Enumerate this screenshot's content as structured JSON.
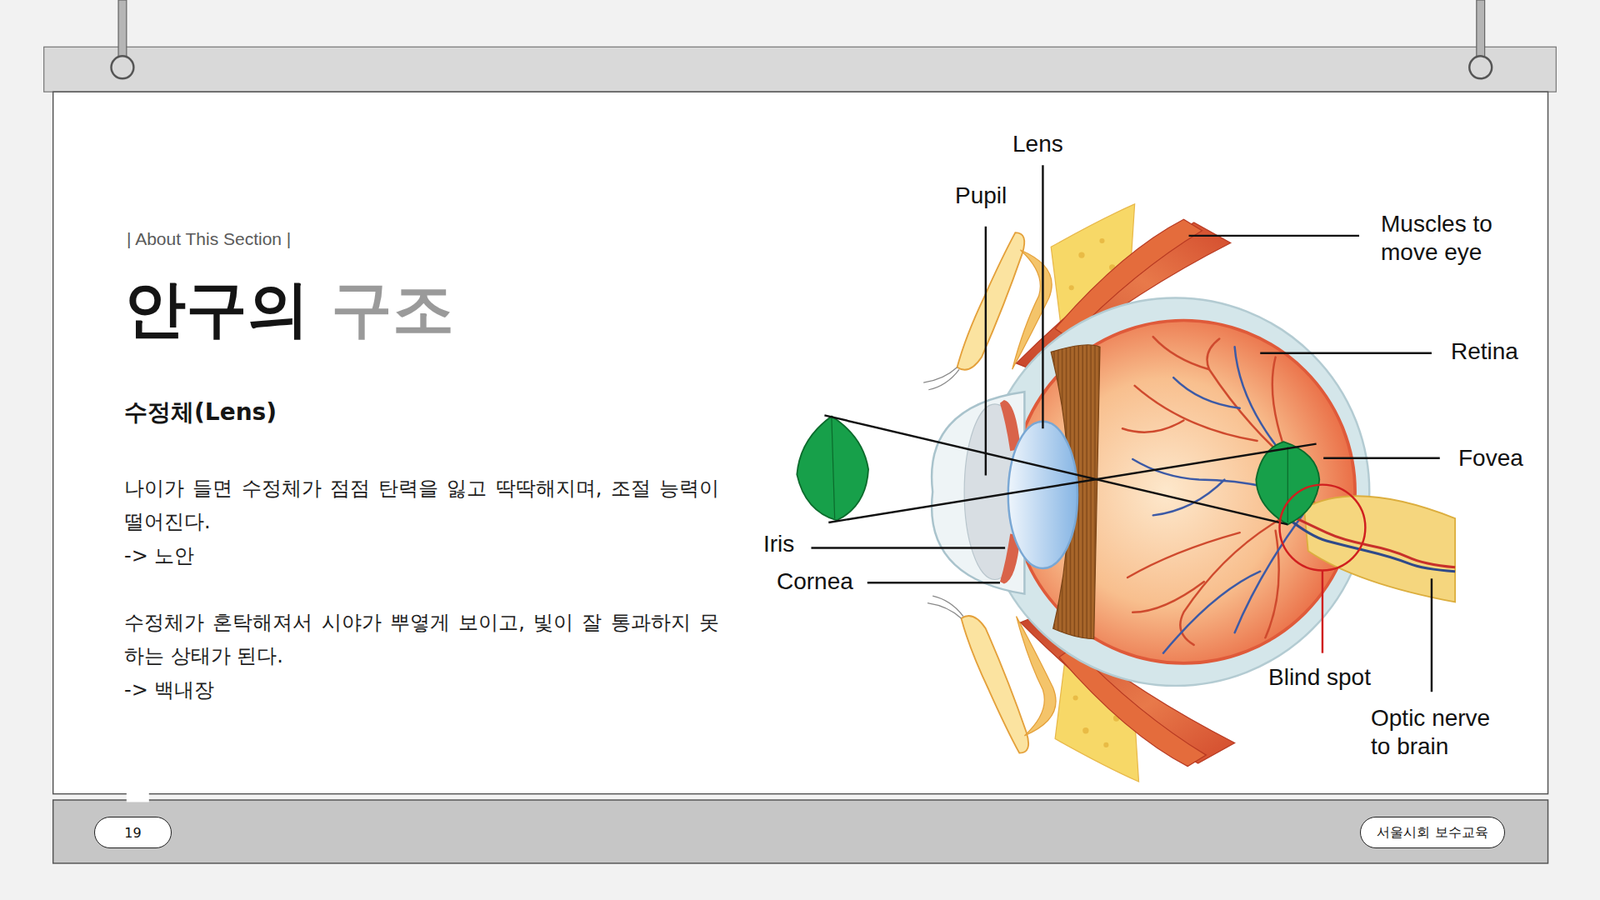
{
  "diagram": {
    "title": "안구의 구조",
    "nodes": [
      {
        "text": [
          "19"
        ]
      },
      {
        "text": [
          "서울시회 보수교육"
        ]
      }
    ],
    "labels": [
      "| About This Section |",
      "수정체(Lens)",
      "나이가 들면 수정체가 점점 탄력을 잃고 딱딱해지며, 조절 능력이 떨어진다.",
      "-> 노안",
      "수정체가 혼탁해져서 시야가 뿌옇게 보이고, 빛이 잘 통과하지 못하는 상태가 된다.",
      "-> 백내장",
      "Lens",
      "Pupil",
      "Muscles to move eye",
      "Retina",
      "Fovea",
      "Iris",
      "Cornea",
      "Blind spot",
      "Optic nerve to brain"
    ]
  }
}
